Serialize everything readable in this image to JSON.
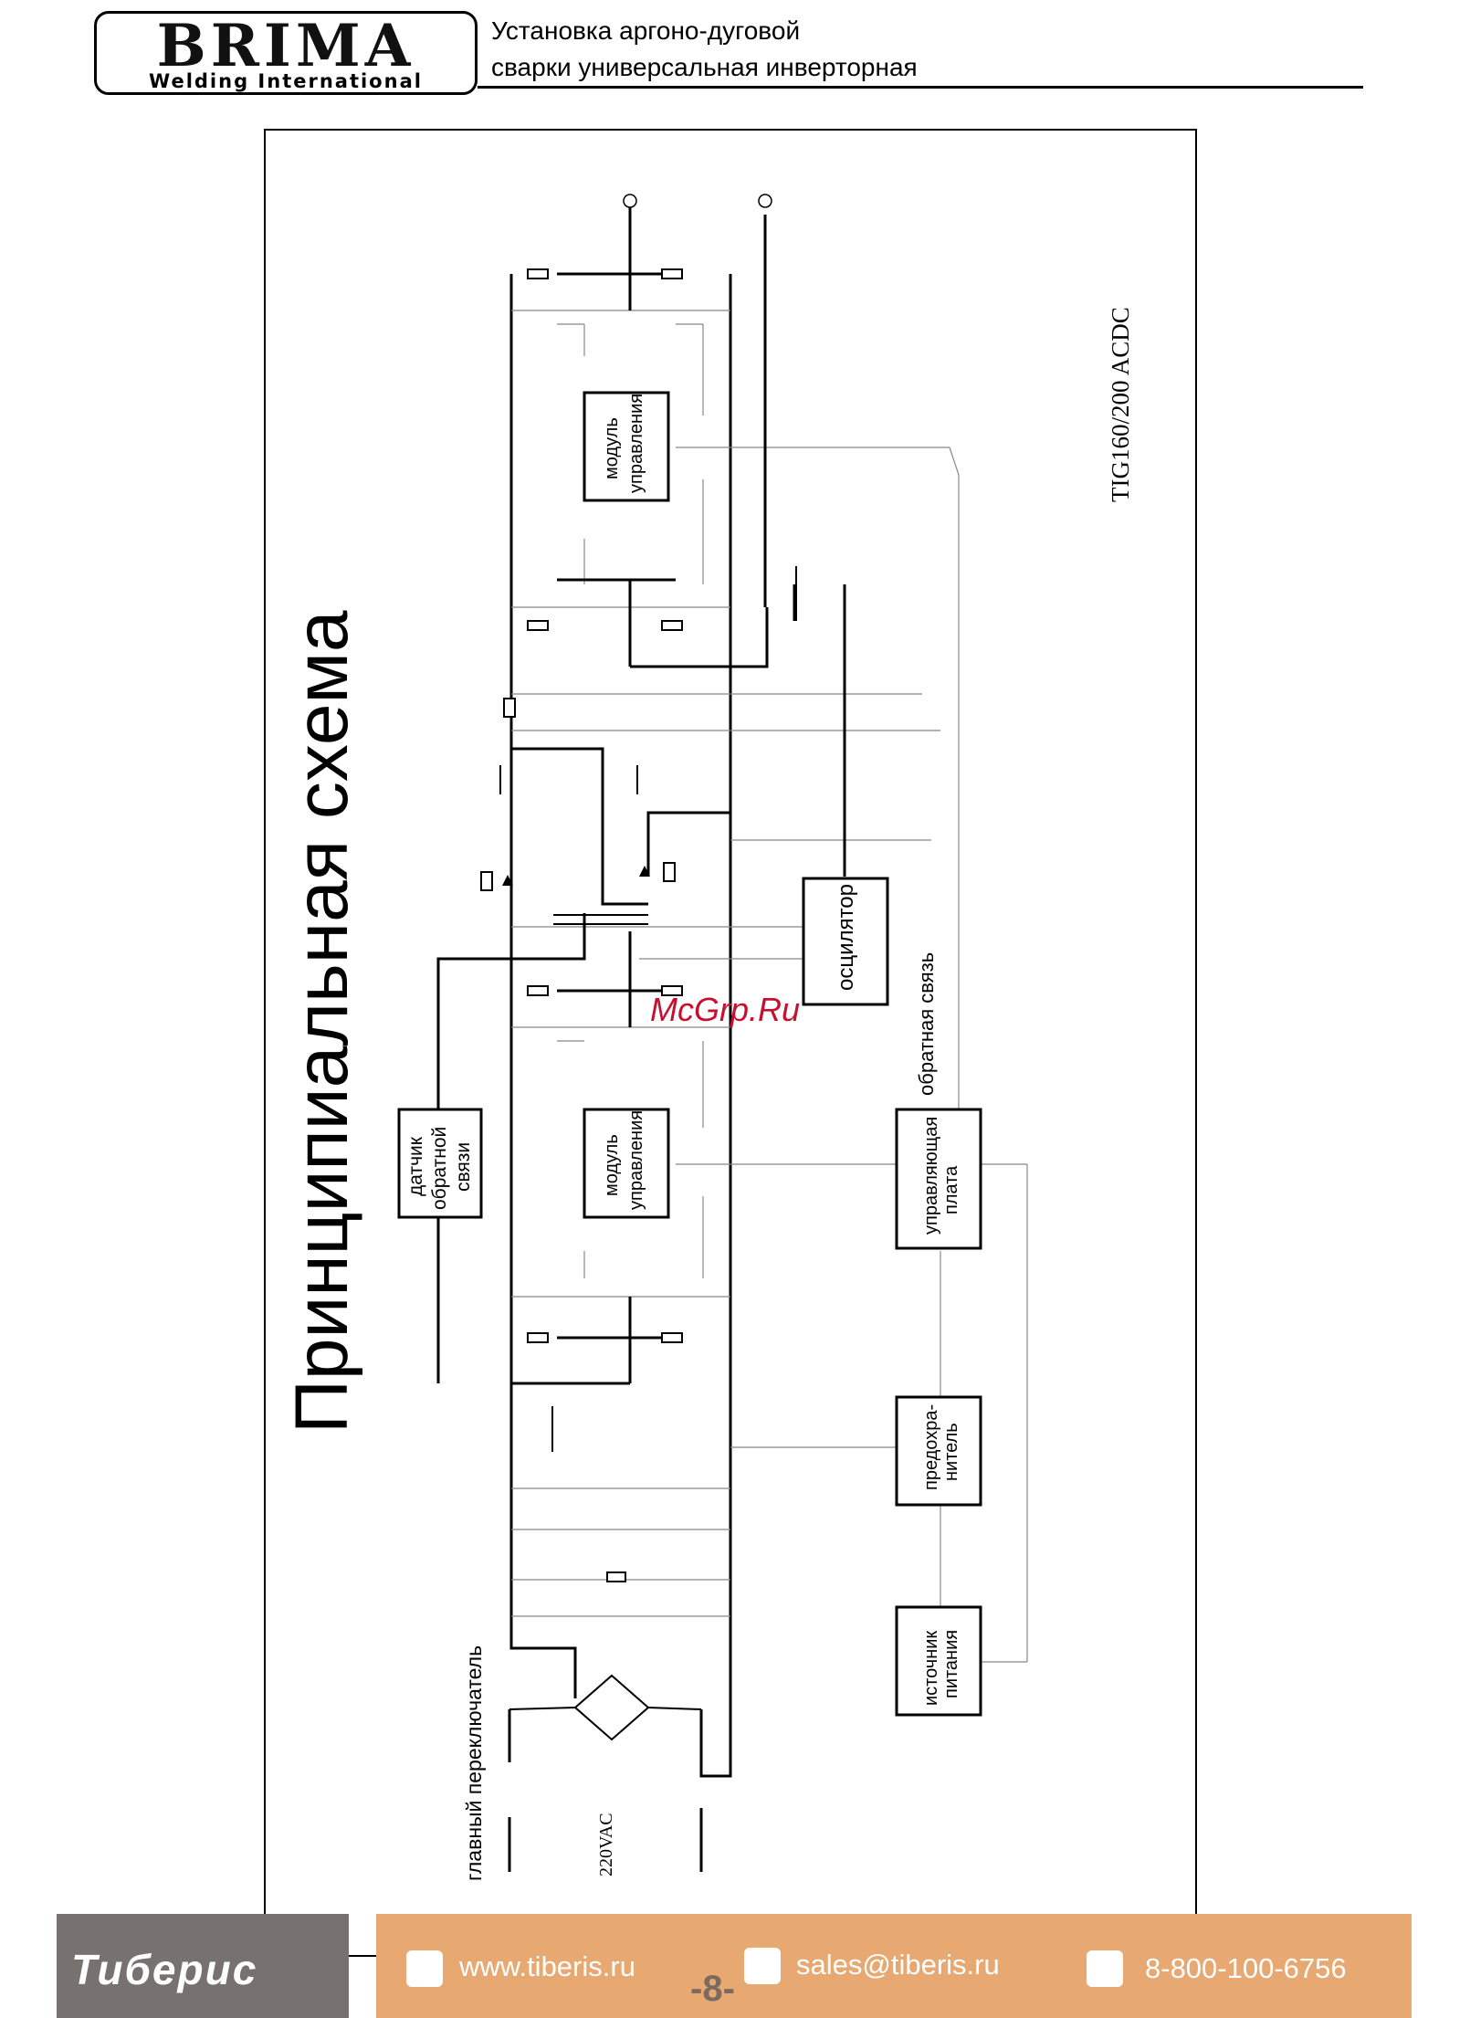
{
  "header": {
    "logo_brand": "BRIMA",
    "logo_sub": "Welding International",
    "title_line1": "Установка аргоно-дуговой",
    "title_line2": "сварки универсальная инверторная"
  },
  "diagram": {
    "heading": "Принципиальная схема",
    "model": "TIG160/200 ACDC",
    "blocks": {
      "control_module_top": [
        "модуль",
        "управления"
      ],
      "control_module_bottom": [
        "модуль",
        "управления"
      ],
      "oscillator": "осцилятор",
      "feedback_sensor": [
        "датчик",
        "обратной",
        "связи"
      ],
      "control_board": [
        "управляющая",
        "плата"
      ],
      "fuse": [
        "предохра-",
        "нитель"
      ],
      "power_source": [
        "источник",
        "питания"
      ]
    },
    "labels": {
      "feedback": "обратная связь",
      "main_switch": "главный переключатель",
      "voltage": "220VAC"
    }
  },
  "watermark": "McGrp.Ru",
  "footer": {
    "brand": "Тиберис",
    "website": "www.tiberis.ru",
    "email": "sales@tiberis.ru",
    "phone": "8-800-100-6756",
    "page": "-8-"
  },
  "colors": {
    "footer_left": "#77716f",
    "footer_right": "#e8a872",
    "watermark": "#c8102e"
  }
}
